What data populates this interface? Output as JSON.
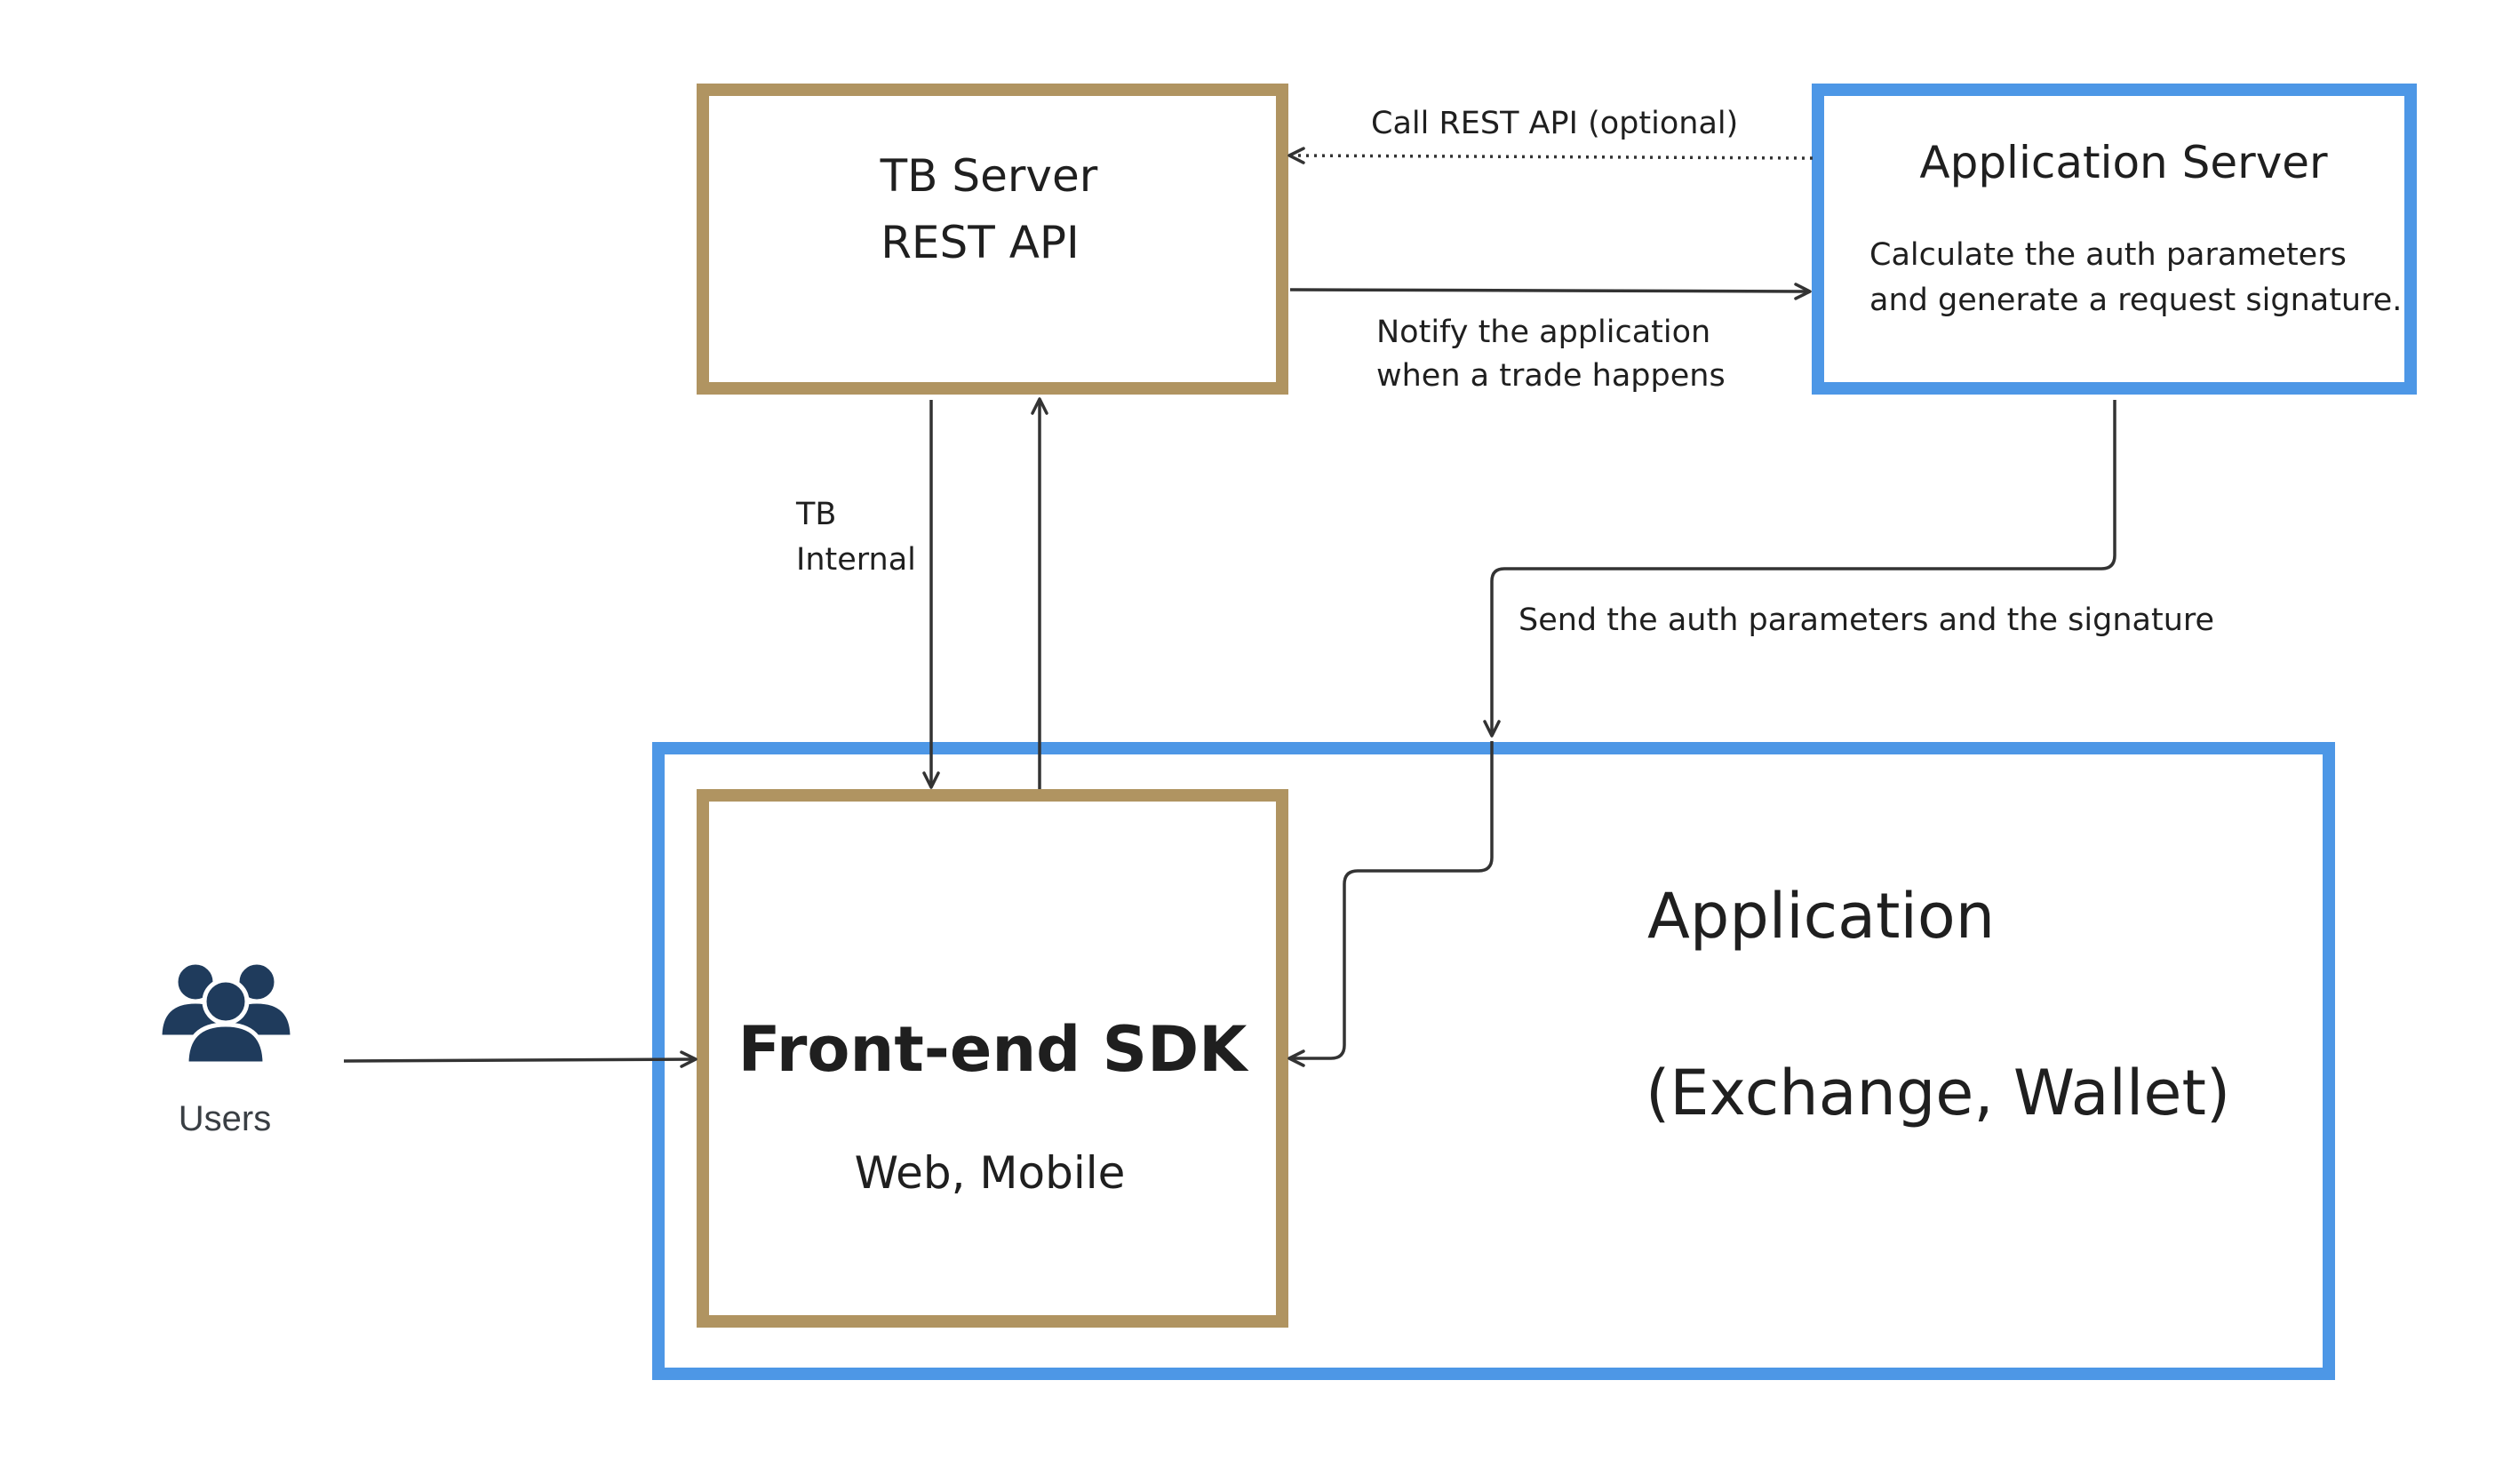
{
  "colors": {
    "tb_box": "#b09461",
    "app_box": "#4d97e6",
    "arrow": "#333333",
    "users_icon": "#1f3b5c"
  },
  "nodes": {
    "tb_server": {
      "line1": "TB Server",
      "line2": "REST API"
    },
    "application_server": {
      "title": "Application Server",
      "desc_line1": "Calculate the auth parameters",
      "desc_line2": "and generate a request signature."
    },
    "front_end_sdk": {
      "title": "Front-end SDK",
      "subtitle": "Web, Mobile"
    },
    "application": {
      "title": "Application",
      "subtitle": "(Exchange, Wallet)"
    },
    "users": {
      "label": "Users",
      "icon": "users-group-icon"
    }
  },
  "edges": {
    "call_rest_api": {
      "label": "Call REST API (optional)",
      "style": "dotted"
    },
    "notify": {
      "label_line1": "Notify the application",
      "label_line2": "when a trade happens"
    },
    "tb_internal": {
      "label_line1": "TB",
      "label_line2": "Internal"
    },
    "send_auth": {
      "label": "Send the auth parameters and the signature"
    }
  }
}
